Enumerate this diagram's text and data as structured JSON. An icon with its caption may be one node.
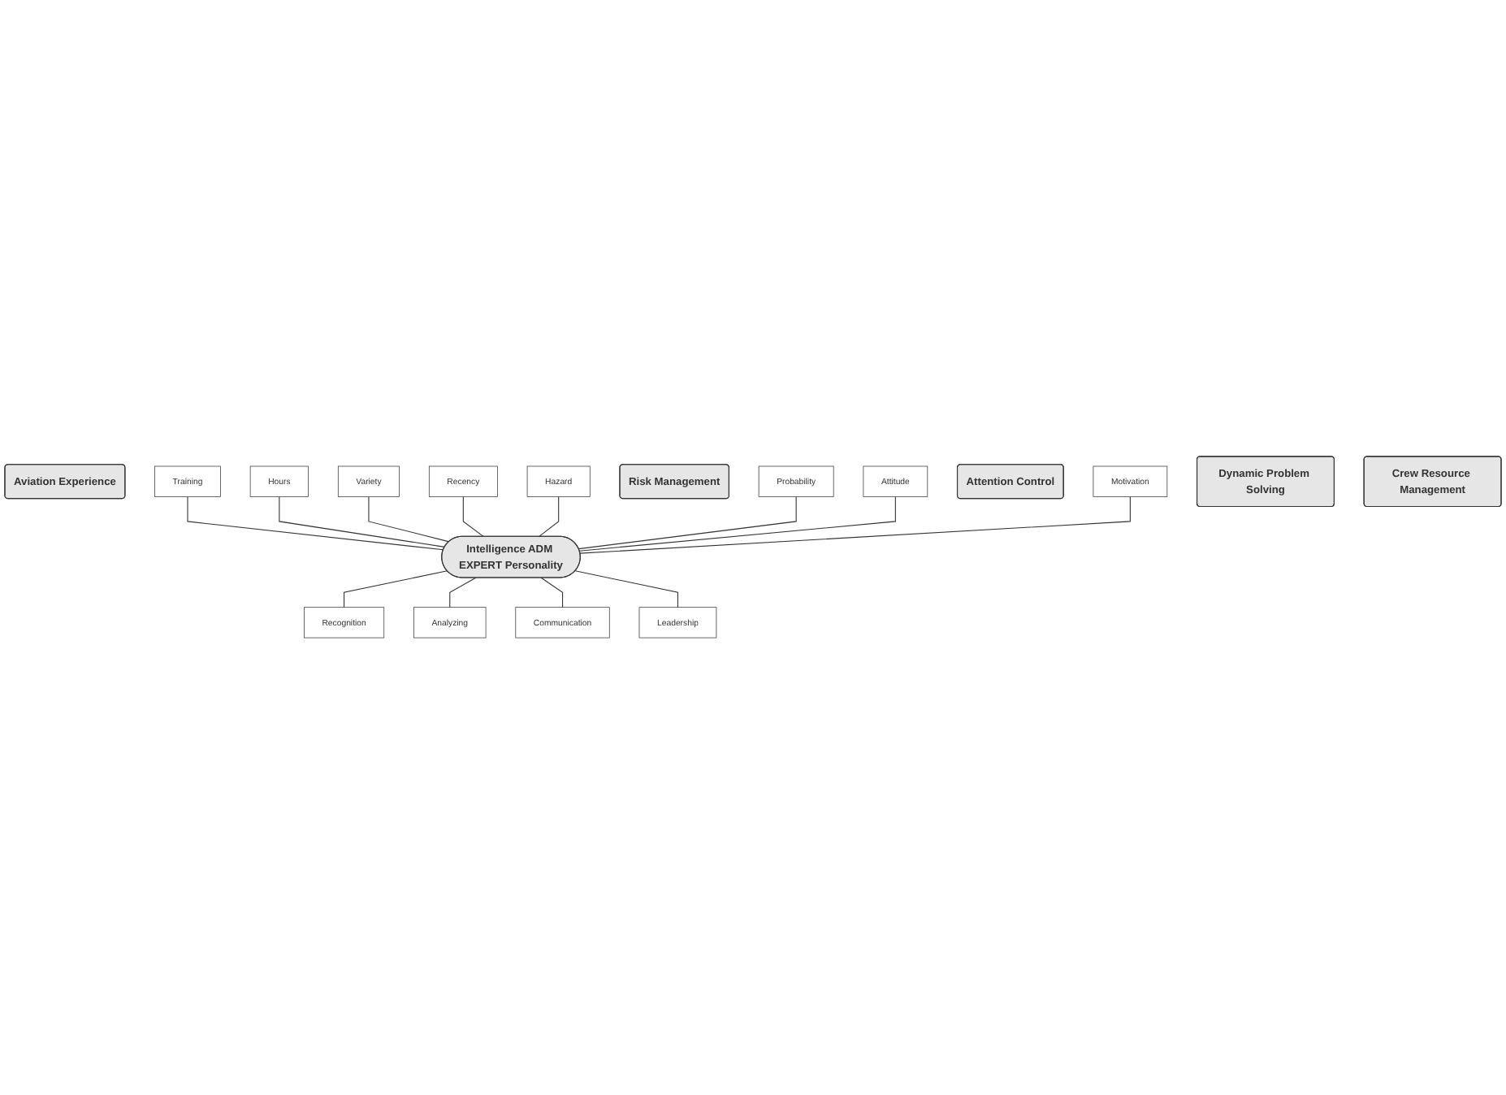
{
  "diagram": {
    "nodes": [
      {
        "text": [
          "Aviation Experience"
        ]
      },
      {
        "text": [
          "Training"
        ]
      },
      {
        "text": [
          "Hours"
        ]
      },
      {
        "text": [
          "Variety"
        ]
      },
      {
        "text": [
          "Recency"
        ]
      },
      {
        "text": [
          "Hazard"
        ]
      },
      {
        "text": [
          "Risk Management"
        ]
      },
      {
        "text": [
          "Probability"
        ]
      },
      {
        "text": [
          "Intelligence ADM EXPERT Personality"
        ]
      },
      {
        "text": [
          "Attitude"
        ]
      },
      {
        "text": [
          "Attention Control"
        ]
      },
      {
        "text": [
          "Motivation"
        ]
      },
      {
        "text": [
          "Recognition"
        ]
      },
      {
        "text": [
          "Analyzing"
        ]
      },
      {
        "text": [
          "Communication"
        ]
      },
      {
        "text": [
          "Leadership"
        ]
      },
      {
        "text": [
          "Dynamic Problem Solving"
        ]
      },
      {
        "text": [
          "Crew Resource Management"
        ]
      }
    ],
    "edges": [
      {
        "from": 1,
        "to": 8,
        "arrow": "none"
      },
      {
        "from": 2,
        "to": 8,
        "arrow": "none"
      },
      {
        "from": 3,
        "to": 8,
        "arrow": "none"
      },
      {
        "from": 4,
        "to": 8,
        "arrow": "none"
      },
      {
        "from": 5,
        "to": 8,
        "arrow": "none"
      },
      {
        "from": 7,
        "to": 8,
        "arrow": "none"
      },
      {
        "from": 9,
        "to": 8,
        "arrow": "none"
      },
      {
        "from": 11,
        "to": 8,
        "arrow": "none"
      },
      {
        "from": 8,
        "to": 12,
        "arrow": "none"
      },
      {
        "from": 8,
        "to": 13,
        "arrow": "none"
      },
      {
        "from": 8,
        "to": 14,
        "arrow": "none"
      },
      {
        "from": 8,
        "to": 15,
        "arrow": "none"
      }
    ]
  }
}
